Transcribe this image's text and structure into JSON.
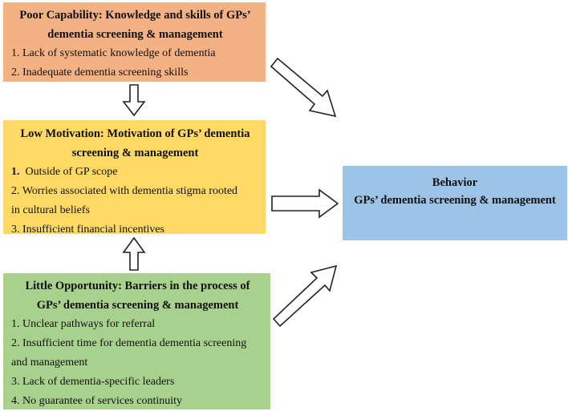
{
  "capability": {
    "title_line1": "Poor Capability: Knowledge and skills of GPs’",
    "title_line2": "dementia screening & management",
    "items": [
      "1. Lack of systematic knowledge of dementia",
      "2. Inadequate dementia screening skills"
    ],
    "color": "#f4b183"
  },
  "motivation": {
    "title_line1": "Low Motivation: Motivation of GPs’ dementia",
    "title_line2": "screening & management",
    "item1_num": "1.",
    "item1_text": "  Outside of GP scope",
    "items": [
      "2.  Worries associated with dementia stigma rooted",
      "in cultural beliefs",
      "3.  Insufficient financial incentives"
    ],
    "color": "#ffd966"
  },
  "opportunity": {
    "title_line1": "Little Opportunity: Barriers in the process of",
    "title_line2": "GPs’ dementia screening & management",
    "items": [
      "1.  Unclear pathways for referral",
      "2.  Insufficient time for dementia dementia screening",
      "and management",
      "3.  Lack of dementia-specific leaders",
      "4. No guarantee of services continuity"
    ],
    "color": "#a9d18e"
  },
  "behavior": {
    "title_line1": "Behavior",
    "title_line2": "GPs’ dementia screening & management",
    "color": "#9dc3e6"
  }
}
